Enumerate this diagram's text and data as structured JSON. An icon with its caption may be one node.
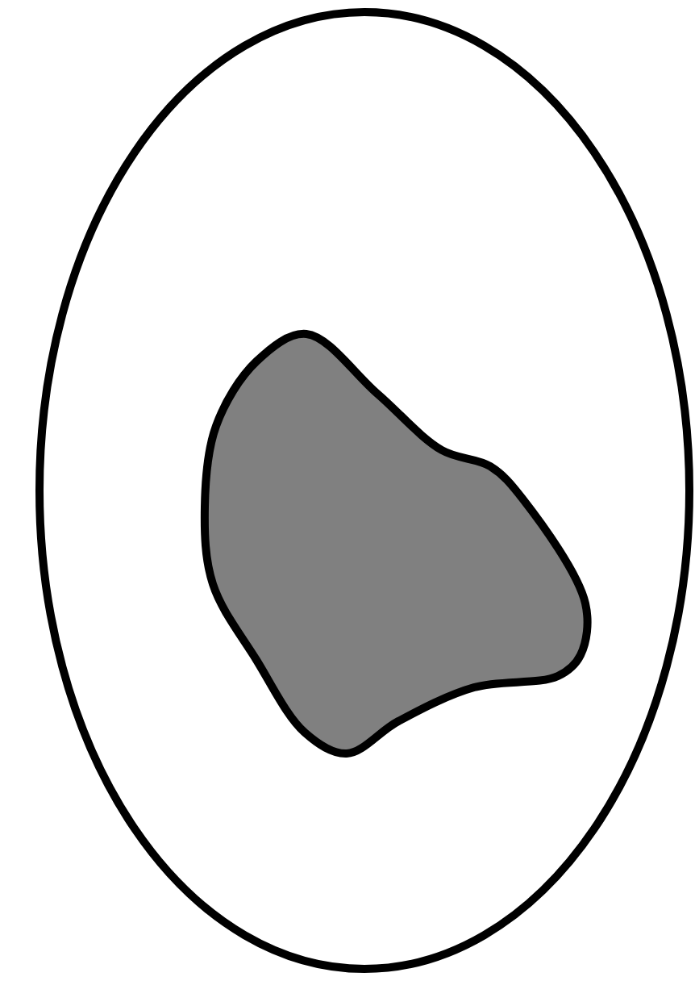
{
  "diagram": {
    "nodes": [
      {
        "text": [],
        "shape": "ellipse"
      },
      {
        "text": [],
        "shape": "blob",
        "in": 0
      }
    ]
  }
}
